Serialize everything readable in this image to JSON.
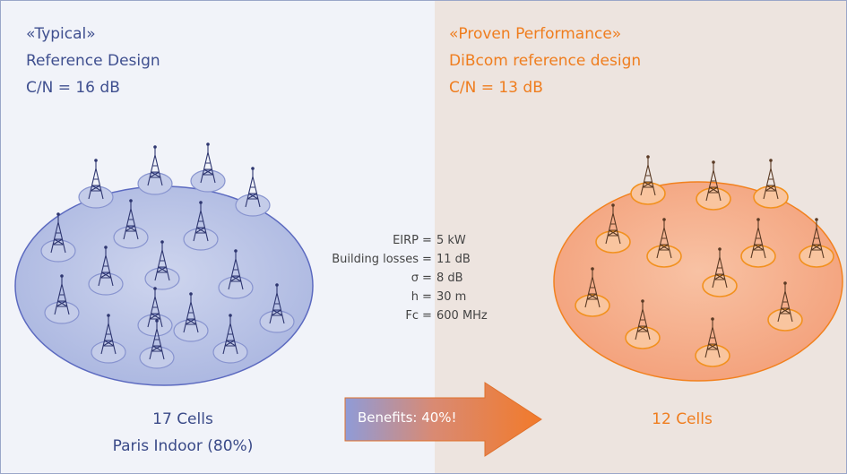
{
  "left": {
    "title_lines": [
      "«Typical»",
      "Reference Design",
      "C/N = 16 dB"
    ],
    "caption_lines": [
      "17 Cells",
      "Paris Indoor (80%)"
    ],
    "color": "#3f4f8f"
  },
  "right": {
    "title_lines": [
      "«Proven Performance»",
      "DiBcom reference design",
      "C/N = 13 dB"
    ],
    "caption_lines": [
      "12 Cells"
    ],
    "color": "#ef7d1e"
  },
  "parameters": [
    {
      "label": "EIRP",
      "value": "5 kW"
    },
    {
      "label": "Building losses",
      "value": "11 dB"
    },
    {
      "label": "σ",
      "value": "8 dB"
    },
    {
      "label": "h",
      "value": "30 m"
    },
    {
      "label": "Fc",
      "value": "600 MHz"
    }
  ],
  "arrow": {
    "label": "Benefits: 40%!"
  },
  "icons": {
    "cell": "cell-tower-icon"
  }
}
